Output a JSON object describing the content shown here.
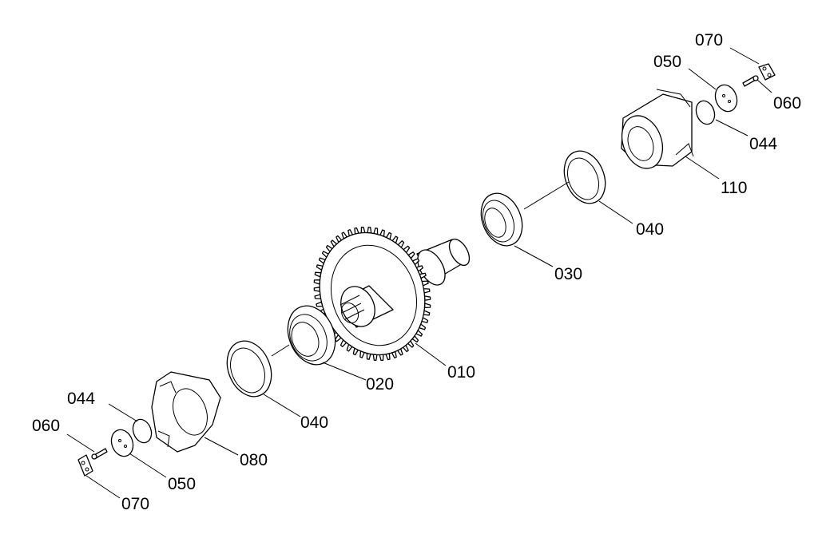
{
  "labels": {
    "l010": "010",
    "l020": "020",
    "l030": "030",
    "l040_left": "040",
    "l040_right": "040",
    "l044_left": "044",
    "l044_right": "044",
    "l050_left": "050",
    "l050_right": "050",
    "l060_left": "060",
    "l060_right": "060",
    "l070_left": "070",
    "l070_right": "070",
    "l080": "080",
    "l110": "110"
  }
}
